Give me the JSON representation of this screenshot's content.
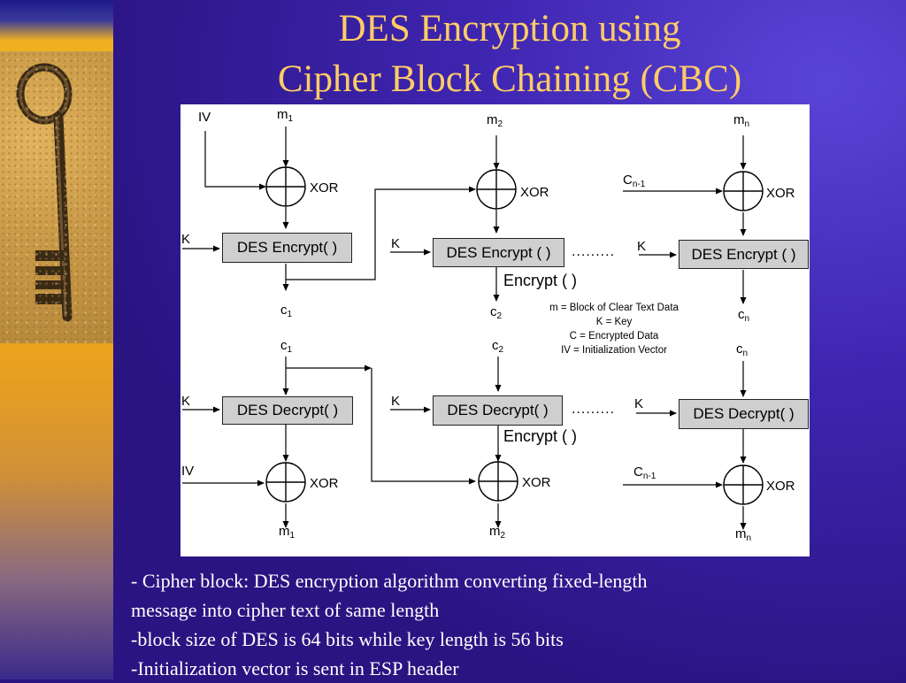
{
  "slide": {
    "title_line1": "DES Encryption using",
    "title_line2": "Cipher Block Chaining (CBC)"
  },
  "diagram": {
    "iv": "IV",
    "k": "K",
    "xor": "XOR",
    "m": "m",
    "c": "c",
    "C": "C",
    "sub_1": "1",
    "sub_2": "2",
    "sub_n": "n",
    "sub_n1": "n-1",
    "des_encrypt_1": "DES Encrypt( )",
    "des_encrypt_2": "DES Encrypt ( )",
    "des_encrypt_n": "DES Encrypt ( )",
    "des_decrypt_1": "DES Decrypt( )",
    "des_decrypt_2": "DES Decrypt( )",
    "des_decrypt_n": "DES Decrypt( )",
    "encrypt_label": "Encrypt ( )",
    "ellipsis": ".........",
    "legend": [
      "m = Block of Clear Text Data",
      "K = Key",
      "C = Encrypted Data",
      "IV = Initialization Vector"
    ]
  },
  "bullets": [
    "- Cipher block: DES encryption algorithm converting fixed-length",
    "message into cipher text of same length",
    "-block size of DES is 64 bits while key length is 56 bits",
    "-Initialization vector is sent in ESP header"
  ],
  "colors": {
    "background": "#2a1482",
    "title": "#ffcc66",
    "body_text": "#ffffff",
    "left_band": "#f0a818",
    "box_fill": "#cfcfcf"
  }
}
